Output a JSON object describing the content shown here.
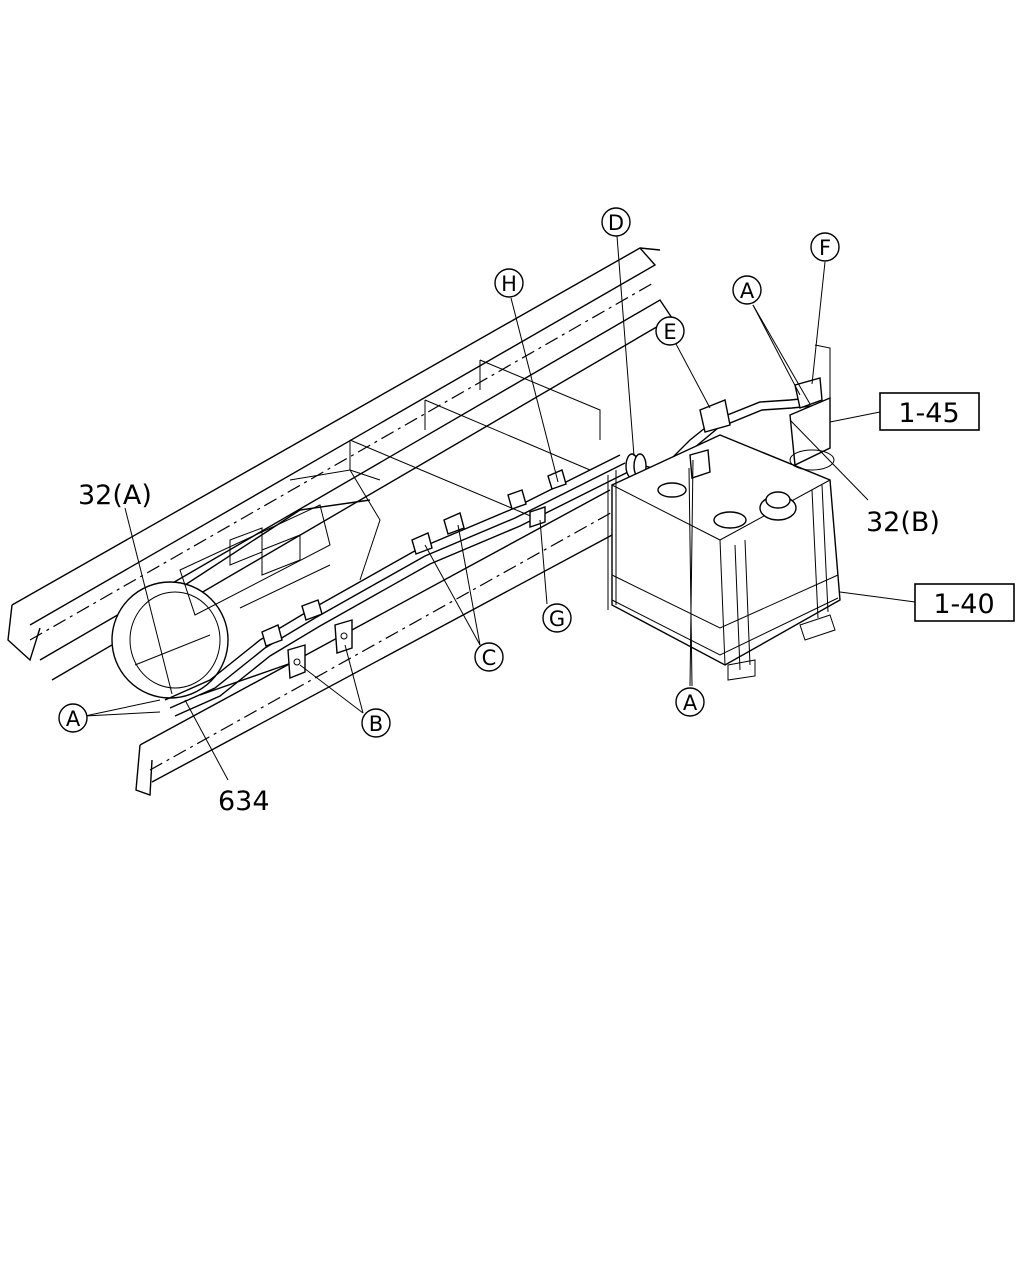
{
  "labels": {
    "ref_32a": "32(A)",
    "ref_32b": "32(B)",
    "ref_634": "634",
    "box_145": "1-45",
    "box_140": "1-40"
  },
  "callouts": {
    "a_left": "A",
    "a_top": "A",
    "a_bottom": "A",
    "b": "B",
    "c": "C",
    "d": "D",
    "e": "E",
    "f": "F",
    "g": "G",
    "h": "H"
  }
}
